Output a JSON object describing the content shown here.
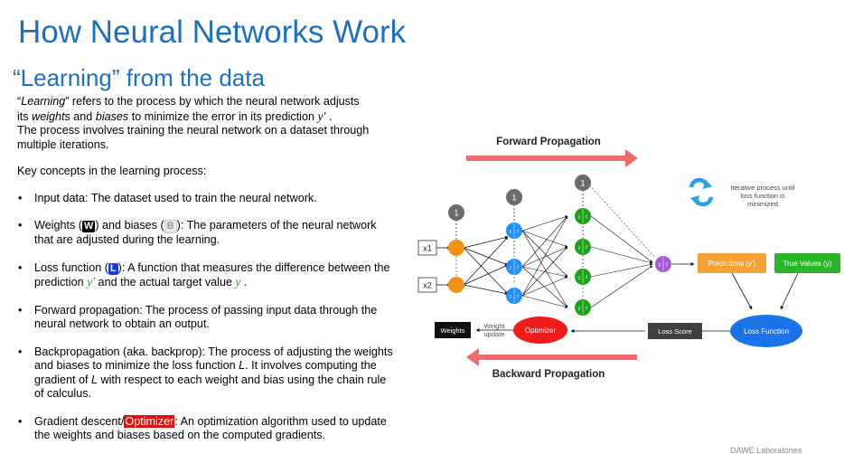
{
  "slide": {
    "title": "How Neural Networks Work",
    "subtitle": "“Learning” from the data",
    "footer": "DAWE Laboratories"
  },
  "intro": {
    "l1_q1": "“",
    "l1_em": "Learning",
    "l1_t": "” refers to the process by which the neural network adjusts",
    "l2_a": "its ",
    "l2_w": "weights",
    "l2_and": " and ",
    "l2_b": "biases",
    "l2_t": " to minimize the error in its prediction ",
    "l2_y": "y′",
    "l2_end": " .",
    "para2": "The process involves training the neural network on a dataset through multiple iterations.",
    "key": "Key concepts in the learning process:"
  },
  "bullets": {
    "marker": "•",
    "input": "Input data: The dataset used to train the neural network.",
    "w_a": "Weights (",
    "w_chip": "W",
    "w_b": ") and biases (",
    "b_chip": "B",
    "w_c": "): The parameters of the neural network that are adjusted during the learning.",
    "l_a": "Loss function (",
    "l_chip": "L",
    "l_b": "): A function that measures the difference between the prediction ",
    "l_y1": "y′",
    "l_c": " and the actual target value ",
    "l_y2": "y",
    "l_d": " .",
    "fp": "Forward propagation: The process of passing input data through the neural network to obtain an output.",
    "bp_a": "Backpropagation (aka. backprop): The process of adjusting the weights and biases to minimize the loss function ",
    "bp_L": "L",
    "bp_b": ". It involves computing the gradient of ",
    "bp_L2": "L",
    "bp_c": " with respect to each weight and bias using the chain rule of calculus.",
    "gd_a": "Gradient descent/",
    "gd_hl": "Optimizer",
    "gd_b": ": An optimization algorithm used to update the weights and biases based on the computed gradients."
  },
  "diagram": {
    "forward_label": "Forward Propagation",
    "backward_label": "Backward Propagation",
    "iter_l1": "Iterative process until",
    "iter_l2": "loss function is",
    "iter_l3": "minimized",
    "x1": "x1",
    "x2": "x2",
    "bias": "1",
    "node_z": "z",
    "node_f": "f",
    "predictions": "Predictions (y')",
    "true_values": "True Values (y)",
    "loss_function": "Loss Function",
    "loss_score": "Loss Score",
    "optimizer": "Optimizer",
    "weights": "Weights",
    "weight_update_l1": "Weight",
    "weight_update_l2": "update",
    "colors": {
      "input": "#f39212",
      "hidden1": "#1e90ff",
      "hidden2": "#1aa31a",
      "output": "#a55bd8",
      "arrow": "#f26b6b",
      "bias": "#6b6b6b",
      "predictions": "#f4a236",
      "true_values": "#2bb52b",
      "loss_function": "#1a73e8",
      "loss_score": "#404040",
      "optimizer": "#ee1c1c",
      "weights": "#111111",
      "title_blue": "#1f6fc1"
    }
  }
}
